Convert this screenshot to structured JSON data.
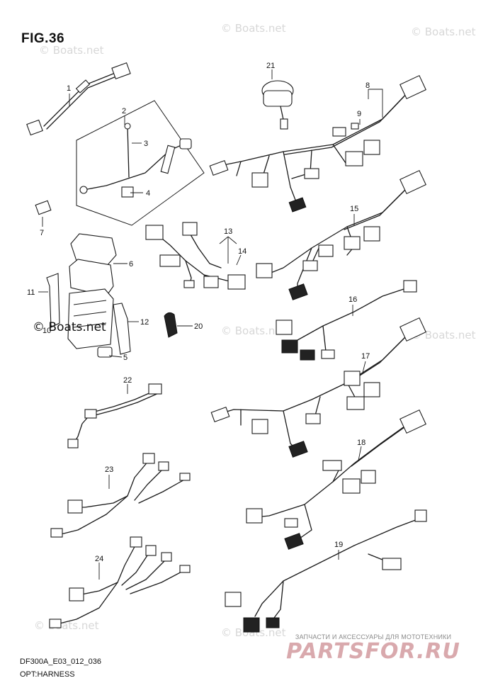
{
  "figure": {
    "title": "FIG.36",
    "code": "DF300A_E03_012_036",
    "subtitle": "OPT:HARNESS"
  },
  "watermark": {
    "text": "© Boats.net"
  },
  "brand": {
    "tagline": "ЗАПЧАСТИ И АКСЕССУАРЫ ДЛЯ МОТОТЕХНИКИ",
    "logo": "PARTSFOR.RU"
  },
  "callouts": [
    "1",
    "2",
    "3",
    "4",
    "5",
    "6",
    "7",
    "8",
    "9",
    "10",
    "11",
    "12",
    "13",
    "14",
    "15",
    "16",
    "17",
    "18",
    "19",
    "20",
    "21",
    "22",
    "23",
    "24"
  ],
  "colors": {
    "line": "#1a1a1a",
    "watermark": "#b8b8b8",
    "brand_logo": "#d9a9ad"
  }
}
